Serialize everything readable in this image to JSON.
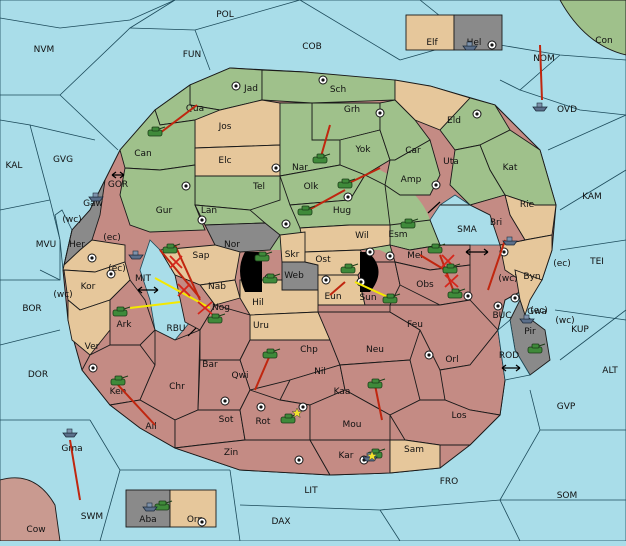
{
  "map": {
    "sea_labels": [
      "POL",
      "NVM",
      "FUN",
      "COB",
      "NOM",
      "Con",
      "KAL",
      "GVG",
      "MVU",
      "BOR",
      "DOR",
      "SWM",
      "Cow",
      "DAX",
      "LIT",
      "FRO",
      "SOM",
      "GVP",
      "ALT",
      "KUP",
      "TEI",
      "KAM",
      "GOR",
      "MIT",
      "RBU",
      "SMA",
      "BUC",
      "ROD"
    ],
    "land_labels": [
      "Jad",
      "Sch",
      "Qua",
      "Jos",
      "Grh",
      "Eld",
      "Can",
      "Elc",
      "Nar",
      "Yok",
      "Car",
      "Uta",
      "Kat",
      "Tel",
      "Olk",
      "Amp",
      "Gur",
      "Lan",
      "Hug",
      "Rie",
      "Gaw",
      "Nor",
      "Esm",
      "Bri",
      "Wil",
      "Her",
      "Skr",
      "Sap",
      "Ost",
      "Web",
      "Mel",
      "Kor",
      "Byn",
      "Nab",
      "Eun",
      "Sun",
      "Obs",
      "Hil",
      "Ark",
      "Nog",
      "Gwa",
      "Uru",
      "Feu",
      "Pir",
      "Ver",
      "Bar",
      "Chp",
      "Neu",
      "Orl",
      "Qwi",
      "Nil",
      "Ken",
      "Chr",
      "Kaa",
      "Ail",
      "Sot",
      "Rot",
      "Los",
      "Mou",
      "Zin",
      "Kar",
      "Sam",
      "Gma",
      "Elf",
      "Hel",
      "Aba",
      "Orn",
      "OVD"
    ],
    "coast_tags": [
      "(wc)",
      "(ec)",
      "(ec)",
      "(wc)",
      "(wc)",
      "(ec)",
      "(ec)",
      "(wc)"
    ],
    "colors": {
      "sea": "#a9dde9",
      "green_power": "#9fc18b",
      "neutral": "#e6c79b",
      "red_power": "#c48b84",
      "impassable": "#8a8a8a",
      "order_arrow": "#c0260f",
      "support_arrow": "#f4e900"
    }
  }
}
